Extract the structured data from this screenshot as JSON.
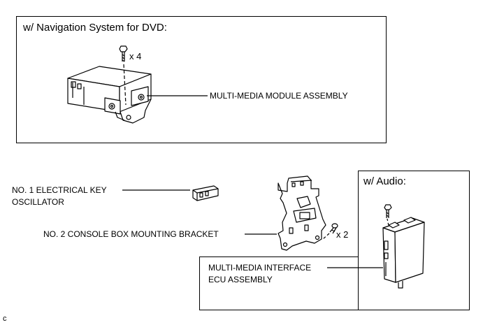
{
  "nav_panel": {
    "title": "w/ Navigation System for DVD:",
    "bolt_qty": "x 4",
    "module_label": "MULTI-MEDIA MODULE ASSEMBLY"
  },
  "key_oscillator": {
    "label_line1": "NO. 1 ELECTRICAL KEY",
    "label_line2": "OSCILLATOR"
  },
  "bracket": {
    "label": "NO. 2 CONSOLE BOX MOUNTING BRACKET",
    "screw_qty": "x 2"
  },
  "audio_panel": {
    "title": "w/ Audio:",
    "ecu_label_line1": "MULTI-MEDIA INTERFACE",
    "ecu_label_line2": "ECU ASSEMBLY"
  },
  "figure_code": "c"
}
